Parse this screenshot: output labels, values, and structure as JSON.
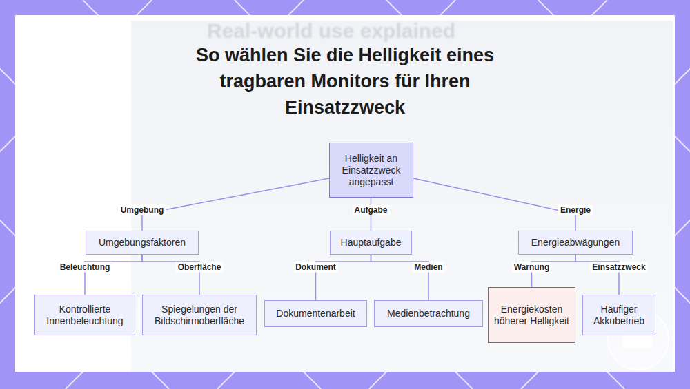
{
  "diagram": {
    "title": "So wählen Sie die Helligkeit eines tragbaren Monitors für Ihren Einsatzzweck",
    "nodes": [
      {
        "text": [
          "Helligkeit an Einsatzzweck angepasst"
        ]
      },
      {
        "text": [
          "Umgebungsfaktoren"
        ]
      },
      {
        "text": [
          "Hauptaufgabe"
        ]
      },
      {
        "text": [
          "Energieabwägungen"
        ]
      },
      {
        "text": [
          "Kontrollierte Innenbeleuchtung"
        ]
      },
      {
        "text": [
          "Spiegelungen der Bildschirmoberfläche"
        ]
      },
      {
        "text": [
          "Dokumentenarbeit"
        ]
      },
      {
        "text": [
          "Medienbetrachtung"
        ]
      },
      {
        "text": [
          "Energiekosten höherer Helligkeit"
        ]
      },
      {
        "text": [
          "Häufiger Akkubetrieb"
        ]
      }
    ],
    "edges": [
      {
        "from": 0,
        "to": 1,
        "label": "Umgebung",
        "arrow": "none"
      },
      {
        "from": 0,
        "to": 2,
        "label": "Aufgabe",
        "arrow": "none"
      },
      {
        "from": 0,
        "to": 3,
        "label": "Energie",
        "arrow": "none"
      },
      {
        "from": 1,
        "to": 4,
        "label": "Beleuchtung",
        "arrow": "none"
      },
      {
        "from": 1,
        "to": 5,
        "label": "Oberfläche",
        "arrow": "none"
      },
      {
        "from": 2,
        "to": 6,
        "label": "Dokument",
        "arrow": "none"
      },
      {
        "from": 2,
        "to": 7,
        "label": "Medien",
        "arrow": "none"
      },
      {
        "from": 3,
        "to": 8,
        "label": "Warnung",
        "arrow": "none"
      },
      {
        "from": 3,
        "to": 9,
        "label": "Einsatzzweck",
        "arrow": "none"
      }
    ],
    "labels": [
      "Real-world use explained"
    ]
  }
}
